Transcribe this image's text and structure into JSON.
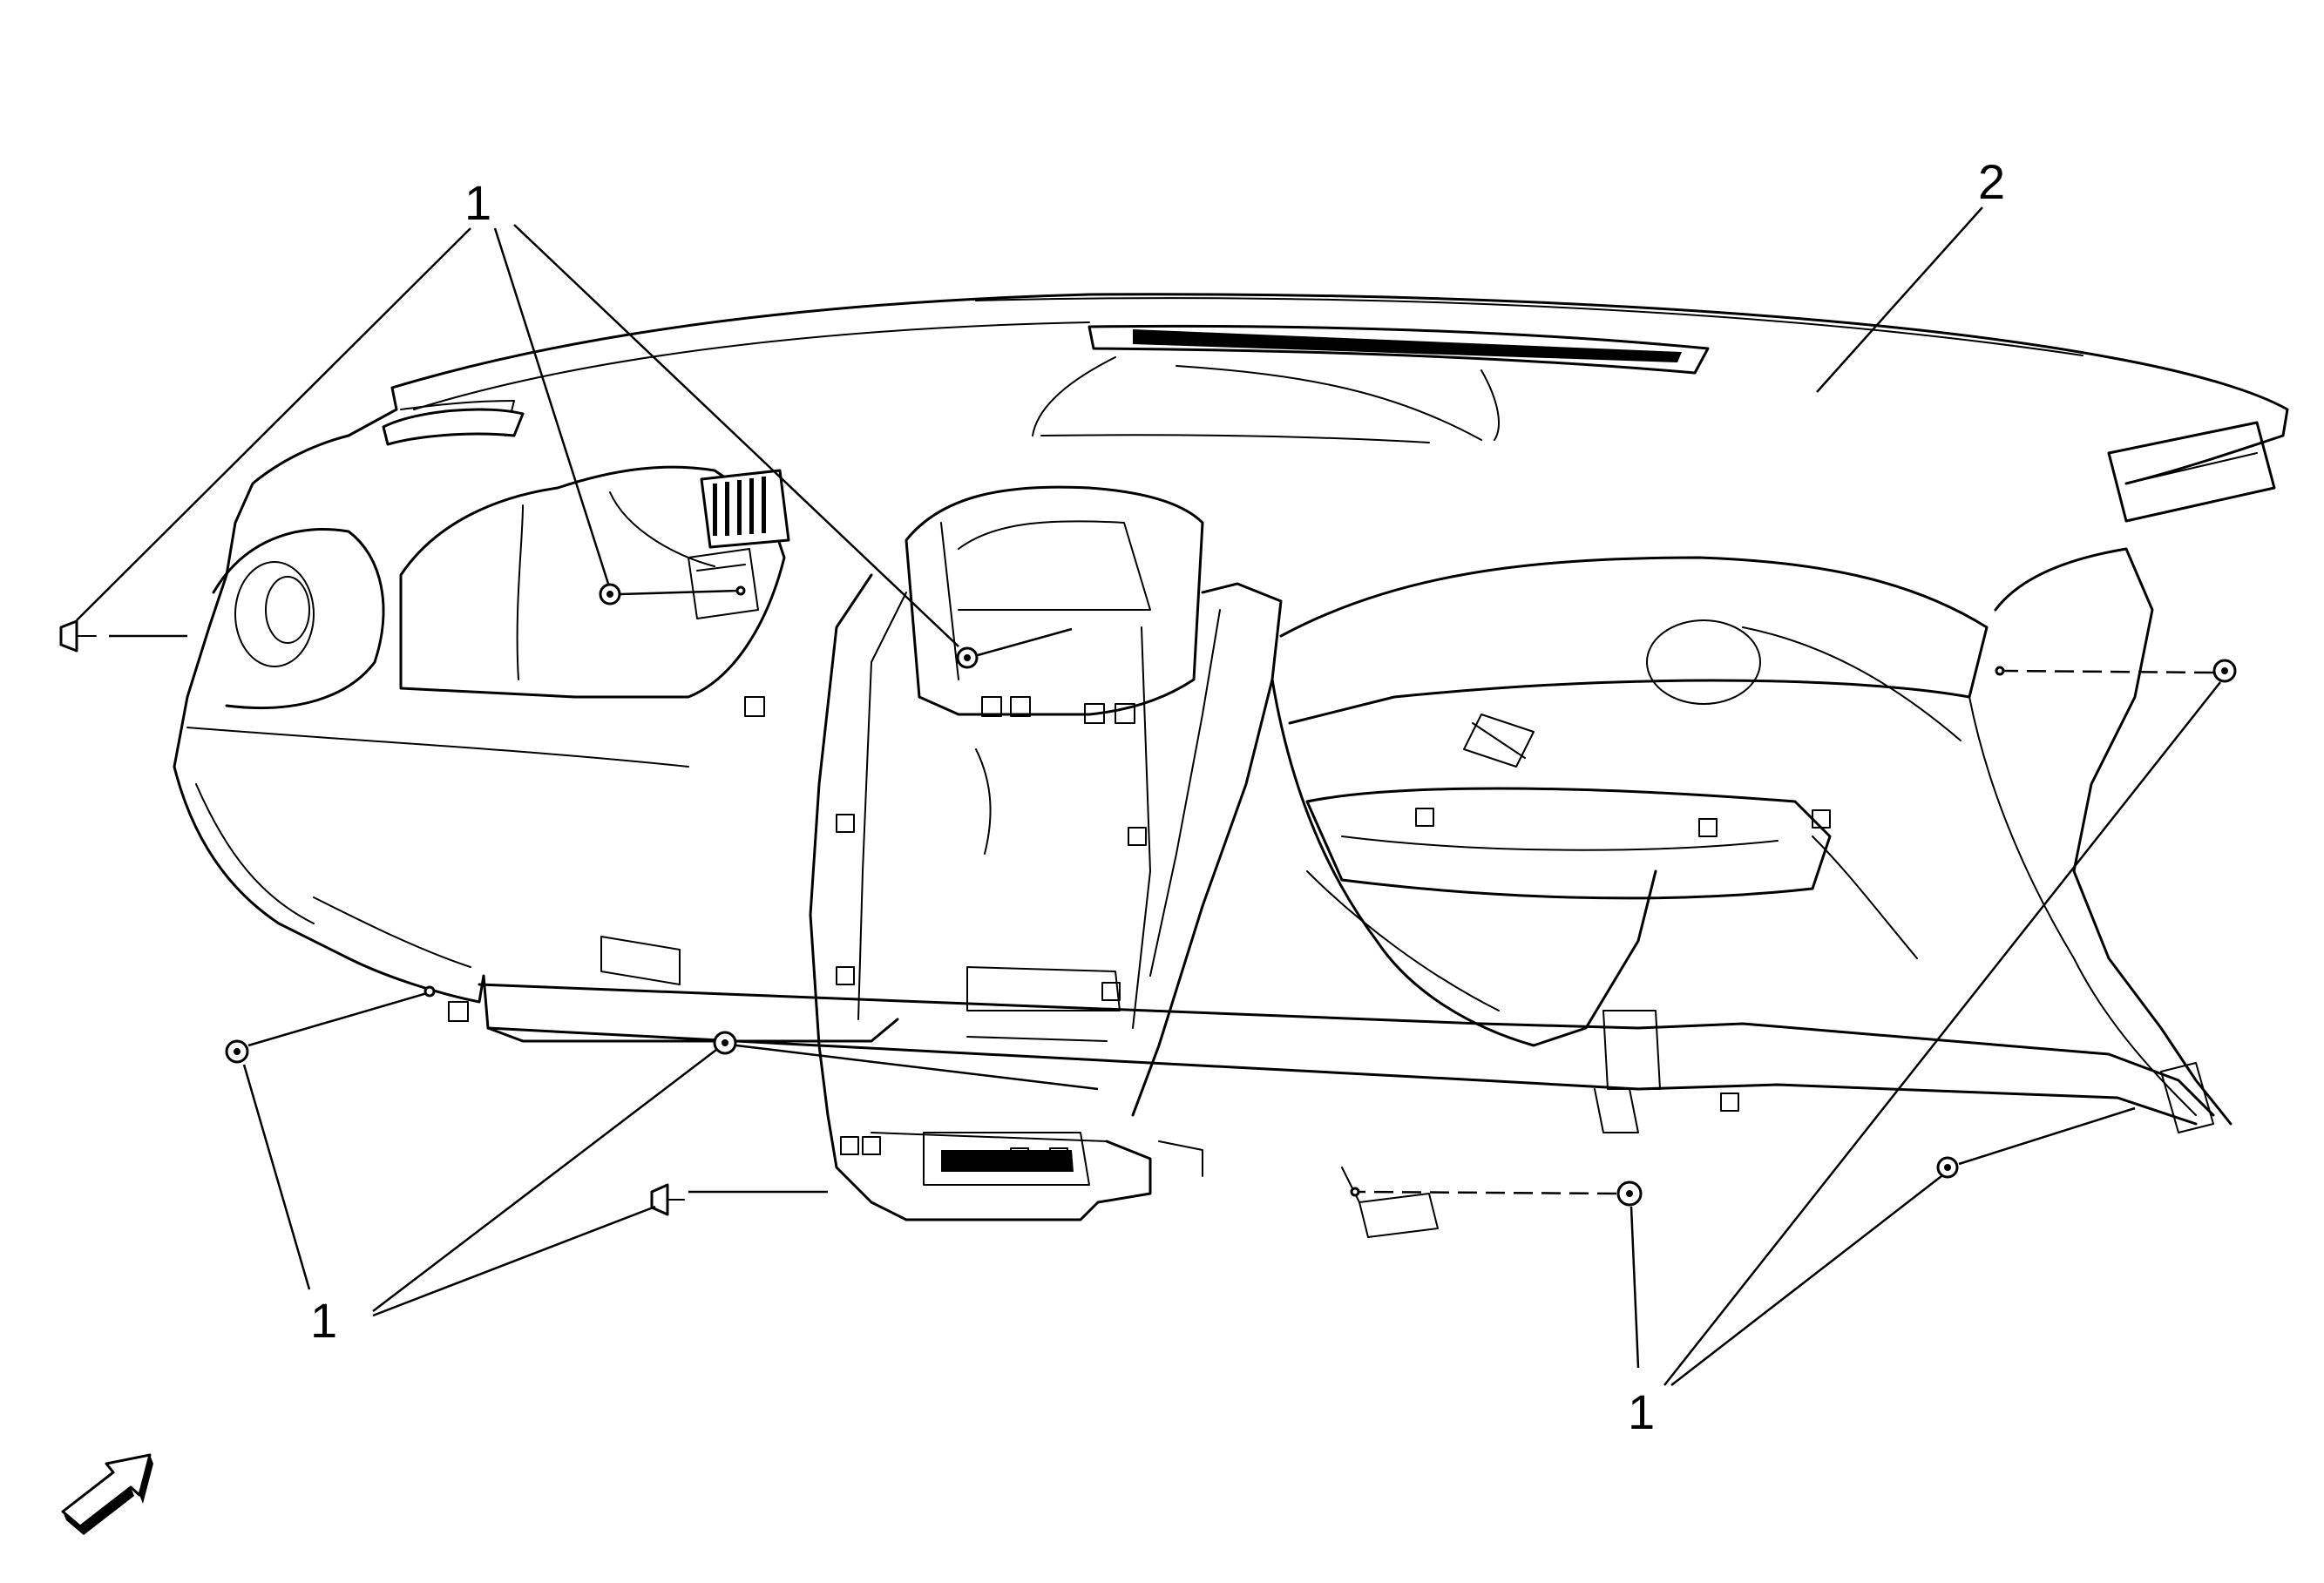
{
  "callouts": {
    "top_left": "1",
    "top_right": "2",
    "bottom_left": "1",
    "bottom_right": "1"
  },
  "icons": {
    "orientation_arrow": "front-of-vehicle-arrow-icon",
    "fastener": "bolt-icon"
  }
}
